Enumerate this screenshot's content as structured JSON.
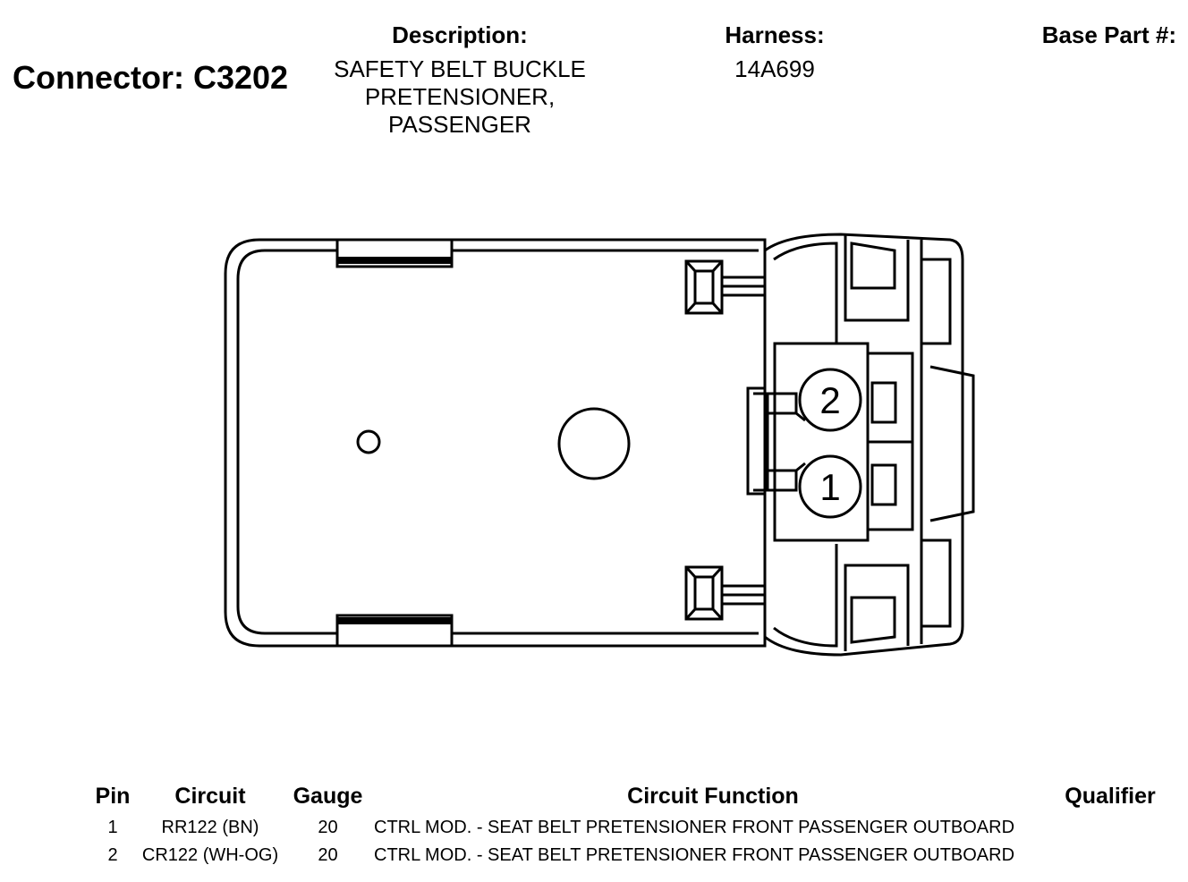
{
  "header": {
    "connector_title": "Connector: C3202",
    "description_label": "Description:",
    "description_lines": [
      "SAFETY BELT BUCKLE",
      "PRETENSIONER,",
      "PASSENGER"
    ],
    "harness_label": "Harness:",
    "harness_value": "14A699",
    "base_part_label": "Base Part #:",
    "base_part_value": ""
  },
  "diagram": {
    "pin_labels": [
      "2",
      "1"
    ]
  },
  "table": {
    "headers": {
      "pin": "Pin",
      "circuit": "Circuit",
      "gauge": "Gauge",
      "function": "Circuit Function",
      "qualifier": "Qualifier"
    },
    "rows": [
      {
        "pin": "1",
        "circuit": "RR122 (BN)",
        "gauge": "20",
        "function": "CTRL MOD. - SEAT BELT PRETENSIONER FRONT PASSENGER OUTBOARD",
        "qualifier": ""
      },
      {
        "pin": "2",
        "circuit": "CR122 (WH-OG)",
        "gauge": "20",
        "function": "CTRL MOD. - SEAT BELT PRETENSIONER FRONT PASSENGER OUTBOARD",
        "qualifier": ""
      }
    ]
  }
}
